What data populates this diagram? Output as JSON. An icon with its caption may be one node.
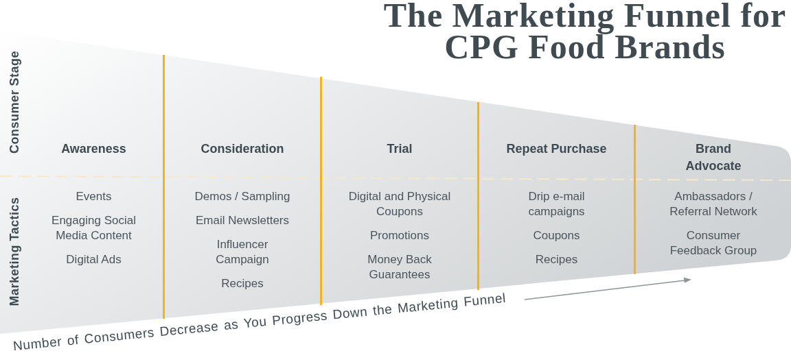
{
  "diagram": {
    "title": "The Marketing Funnel for CPG Food Brands",
    "nodes": [
      {
        "text": [
          "Consumer Stage",
          "Marketing Tactics"
        ]
      },
      {
        "text": [
          "Awareness",
          "Events",
          "Engaging Social Media Content",
          "Digital Ads"
        ],
        "in": 0
      },
      {
        "text": [
          "Consideration",
          "Demos / Sampling",
          "Email Newsletters",
          "Influencer Campaign",
          "Recipes"
        ],
        "in": 0
      },
      {
        "text": [
          "Trial",
          "Digital and Physical Coupons",
          "Promotions",
          "Money Back Guarantees"
        ],
        "in": 0
      },
      {
        "text": [
          "Repeat Purchase",
          "Drip e-mail campaigns",
          "Coupons",
          "Recipes"
        ],
        "in": 0
      },
      {
        "text": [
          "Brand Advocate",
          "Ambassadors / Referral Network",
          "Consumer Feedback Group"
        ],
        "in": 0
      }
    ],
    "labels": [
      "Number of Consumers Decrease as You Progress Down the Marketing Funnel"
    ]
  }
}
